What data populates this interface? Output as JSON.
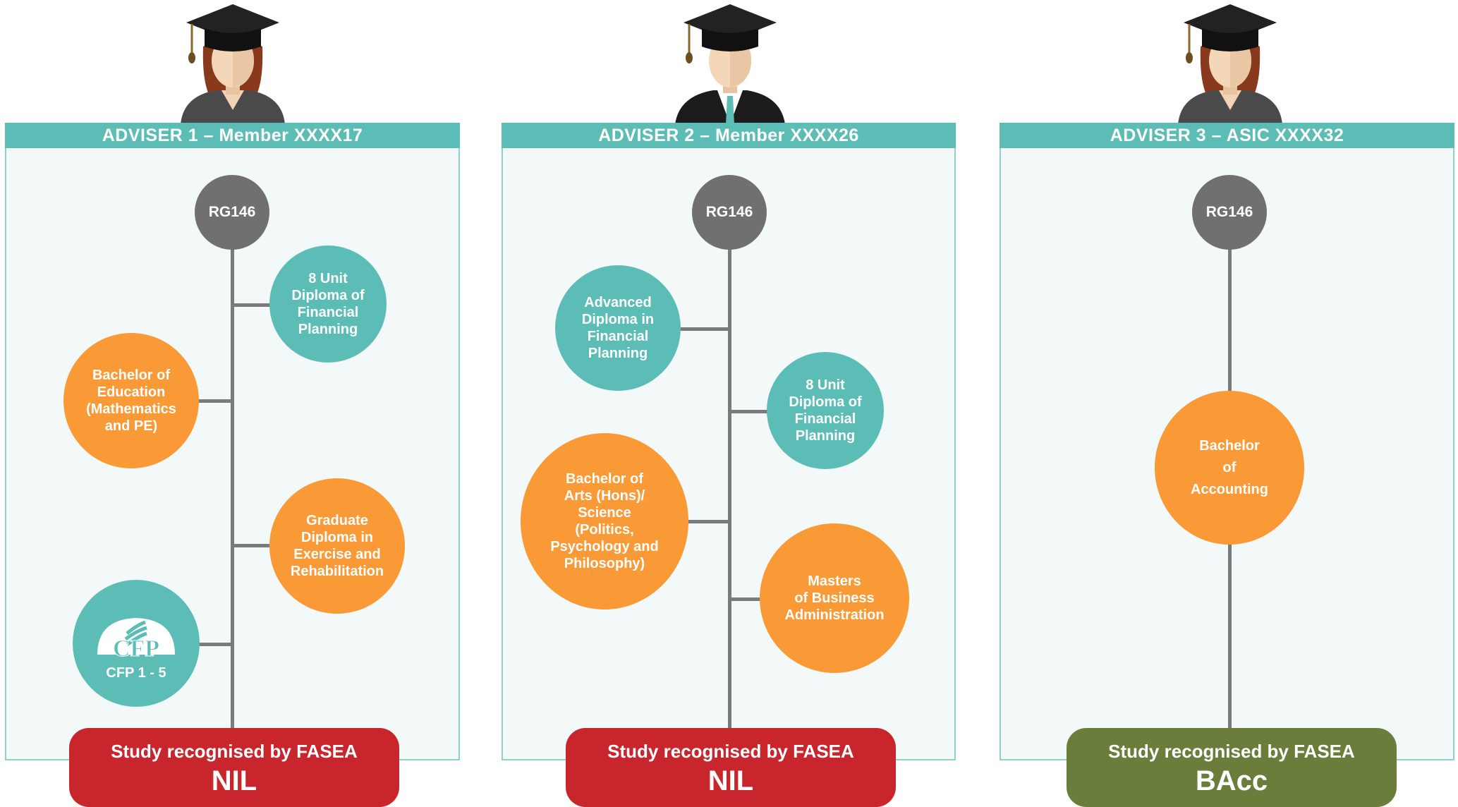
{
  "colors": {
    "teal": "#5bbdb6",
    "orange": "#f99a36",
    "grey": "#707070",
    "red": "#c9252c",
    "green": "#6a7d3a",
    "panel_bg": "#f3f8f8"
  },
  "advisers": [
    {
      "header": "ADVISER 1 – Member XXXX17",
      "avatar": "female-graduate-icon",
      "root": "RG146",
      "nodes": [
        {
          "label": "8 Unit\nDiploma of\nFinancial\nPlanning",
          "color": "teal"
        },
        {
          "label": "Bachelor of\nEducation\n(Mathematics\nand PE)",
          "color": "orange"
        },
        {
          "label": "Graduate\nDiploma in\nExercise and\nRehabilitation",
          "color": "orange"
        },
        {
          "label": "CFP 1 - 5",
          "color": "teal",
          "logo": "CFP",
          "icon": "cfp-logo-icon"
        }
      ],
      "result": {
        "label": "Study recognised by FASEA",
        "value": "NIL",
        "color": "red"
      }
    },
    {
      "header": "ADVISER 2 – Member XXXX26",
      "avatar": "male-graduate-icon",
      "root": "RG146",
      "nodes": [
        {
          "label": "Advanced\nDiploma in\nFinancial\nPlanning",
          "color": "teal"
        },
        {
          "label": "8 Unit\nDiploma of\nFinancial\nPlanning",
          "color": "teal"
        },
        {
          "label": "Bachelor of\nArts (Hons)/\nScience\n(Politics,\nPsychology and\nPhilosophy)",
          "color": "orange"
        },
        {
          "label": "Masters\nof Business\nAdministration",
          "color": "orange"
        }
      ],
      "result": {
        "label": "Study recognised by FASEA",
        "value": "NIL",
        "color": "red"
      }
    },
    {
      "header": "ADVISER 3 – ASIC XXXX32",
      "avatar": "female-graduate-icon",
      "root": "RG146",
      "nodes": [
        {
          "label": "Bachelor\nof\nAccounting",
          "color": "orange"
        }
      ],
      "result": {
        "label": "Study recognised by FASEA",
        "value": "BAcc",
        "color": "green"
      }
    }
  ]
}
